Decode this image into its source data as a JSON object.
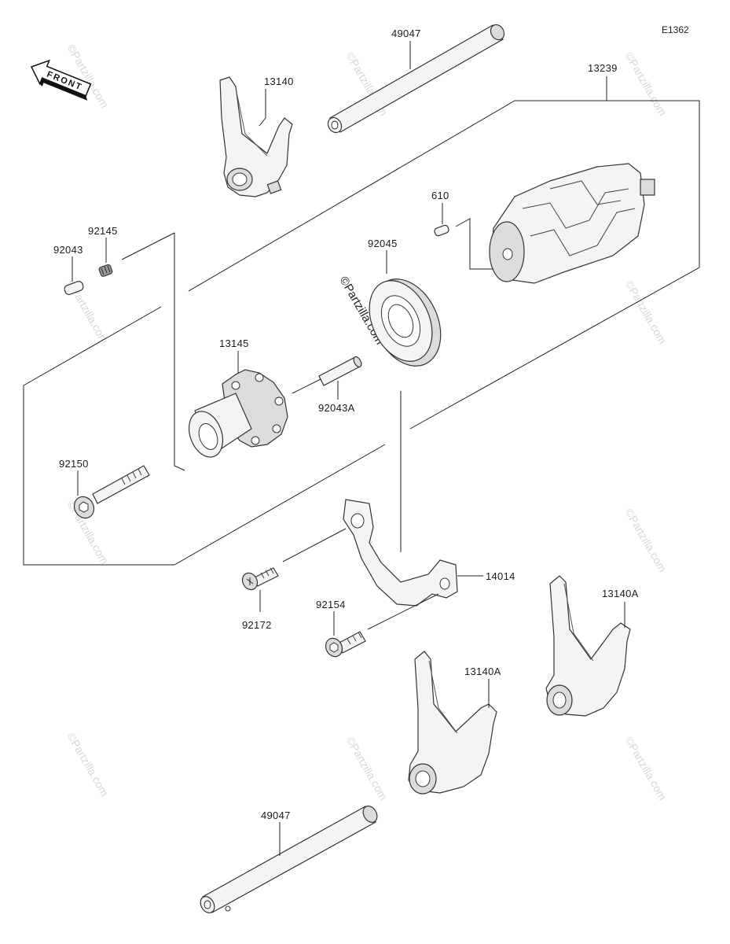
{
  "diagram_code": "E1362",
  "front_label": "FRONT",
  "watermark": "©Partzilla.com",
  "labels": {
    "shift_rod_top": "49047",
    "shift_fork_top": "13140",
    "shift_drum": "13239",
    "pin_610": "610",
    "spring": "92145",
    "dowel_pin": "92043",
    "bearing": "92045",
    "drum_cam": "13145",
    "pin_92043a": "92043A",
    "bolt_92150": "92150",
    "holder_plate": "14014",
    "screw_92172": "92172",
    "bolt_92154": "92154",
    "shift_fork_right": "13140A",
    "shift_fork_center": "13140A",
    "shift_rod_bottom": "49047"
  }
}
